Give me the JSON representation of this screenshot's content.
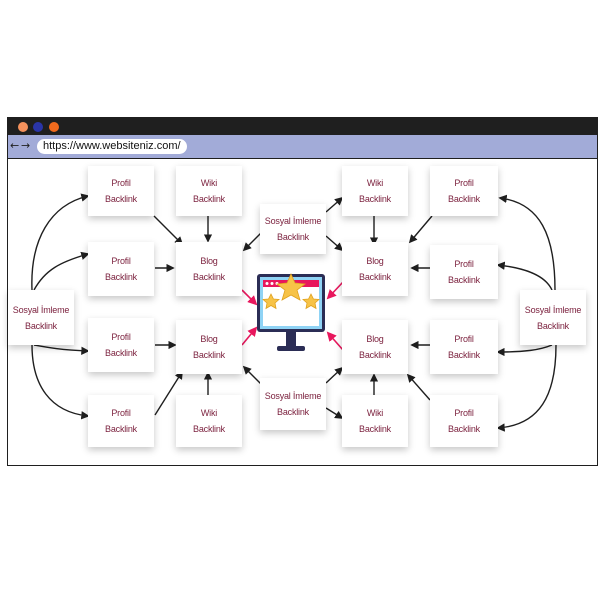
{
  "browser": {
    "url": "https://www.websiteniz.com/",
    "back_icon": "←",
    "forward_icon": "→",
    "window_dots": [
      "#f4915c",
      "#2a35a8",
      "#f06a1d"
    ]
  },
  "colors": {
    "accent_arrow": "#e8175d",
    "text": "#7a1f3c",
    "arrow": "#1f1f1f"
  },
  "cards": [
    {
      "lines": [
        "Profil",
        "Backlink"
      ]
    },
    {
      "lines": [
        "Wiki",
        "Backlink"
      ]
    },
    {
      "lines": [
        "Sosyal İmleme",
        "Backlink"
      ]
    },
    {
      "lines": [
        "Wiki",
        "Backlink"
      ]
    },
    {
      "lines": [
        "Profil",
        "Backlink"
      ]
    },
    {
      "lines": [
        "Profil",
        "Backlink"
      ]
    },
    {
      "lines": [
        "Blog",
        "Backlink"
      ]
    },
    {
      "lines": [
        "Blog",
        "Backlink"
      ]
    },
    {
      "lines": [
        "Profil",
        "Backlink"
      ]
    },
    {
      "lines": [
        "Sosyal İmleme",
        "Backlink"
      ]
    },
    {
      "lines": [
        "Sosyal İmleme",
        "Backlink"
      ]
    },
    {
      "lines": [
        "Profil",
        "Backlink"
      ]
    },
    {
      "lines": [
        "Blog",
        "Backlink"
      ]
    },
    {
      "lines": [
        "Blog",
        "Backlink"
      ]
    },
    {
      "lines": [
        "Profil",
        "Backlink"
      ]
    },
    {
      "lines": [
        "Profil",
        "Backlink"
      ]
    },
    {
      "lines": [
        "Wiki",
        "Backlink"
      ]
    },
    {
      "lines": [
        "Sosyal İmleme",
        "Backlink"
      ]
    },
    {
      "lines": [
        "Wiki",
        "Backlink"
      ]
    },
    {
      "lines": [
        "Profil",
        "Backlink"
      ]
    }
  ],
  "center": {
    "icon": "website-rating-monitor-icon"
  }
}
